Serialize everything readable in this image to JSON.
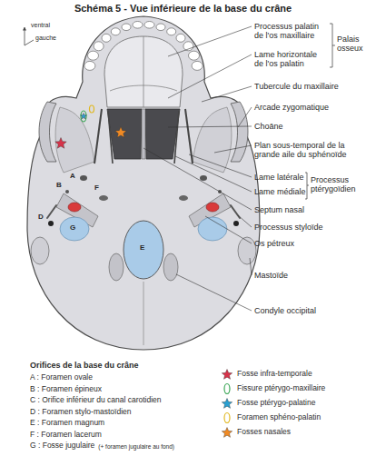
{
  "diagram": {
    "title": "Schéma 5 - Vue inférieure de la base du crâne",
    "labels": [
      "ventral",
      "gauche",
      "Processus palatin de l'os maxillaire",
      "Lame horizontale de l'os palatin",
      "Palais osseux",
      "Tubercule du maxillaire",
      "Arcade zygomatique",
      "Choāne",
      "Plan sous-temporal de la grande aile du sphénoïde",
      "Lame latérale",
      "Lame médiale",
      "Processus ptérygoïdien",
      "Septum nasal",
      "Processus styloïde",
      "Os pétreux",
      "Mastoïde",
      "Condyle occipital",
      "A",
      "B",
      "F",
      "D",
      "G",
      "E",
      "Orifices de la base du crâne",
      "A : Foramen ovale",
      "B : Foramen épineux",
      "C : Orifice inférieur du canal carotidien",
      "D : Foramen stylo-mastoïdien",
      "E : Foramen magnum",
      "F : Foramen lacerum",
      "G : Fosse jugulaire",
      "(+ foramen jugulaire au fond)"
    ],
    "legend": [
      {
        "text": "Fosse infra-temporale"
      },
      {
        "text": "Fissure ptérygo-maxillaire"
      },
      {
        "text": "Fosse ptérygo-palatine"
      },
      {
        "text": "Foramen sphéno-palatin"
      },
      {
        "text": "Fosses nasales"
      }
    ]
  }
}
